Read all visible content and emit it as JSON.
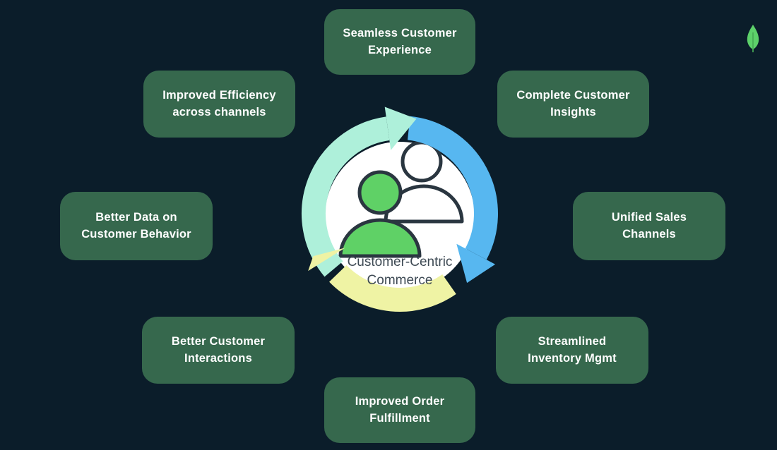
{
  "theme": {
    "bg": "#0B1D2A",
    "box_green": "#36684D",
    "box_text": "#FFFFFF",
    "arc_mint": "#AEF0DA",
    "arc_blue": "#57B7F0",
    "arc_yellow": "#EFF3A4",
    "person_green": "#5FD166",
    "outline_dark": "#2A3640",
    "inner_white": "#FFFFFF",
    "center_text": "#3E4A54",
    "leaf_green": "#5DD16A",
    "leaf_stem": "#41A14F"
  },
  "brand": {
    "icon": "mongodb-leaf"
  },
  "center": {
    "title": "Customer-Centric\nCommerce",
    "icon": "two-people"
  },
  "benefits": [
    {
      "label": "Seamless Customer\nExperience"
    },
    {
      "label": "Improved Efficiency\nacross channels"
    },
    {
      "label": "Complete Customer\nInsights"
    },
    {
      "label": "Better Data on\nCustomer Behavior"
    },
    {
      "label": "Unified Sales\nChannels"
    },
    {
      "label": "Better Customer\nInteractions"
    },
    {
      "label": "Streamlined\nInventory Mgmt"
    },
    {
      "label": "Improved Order\nFulfillment"
    }
  ]
}
